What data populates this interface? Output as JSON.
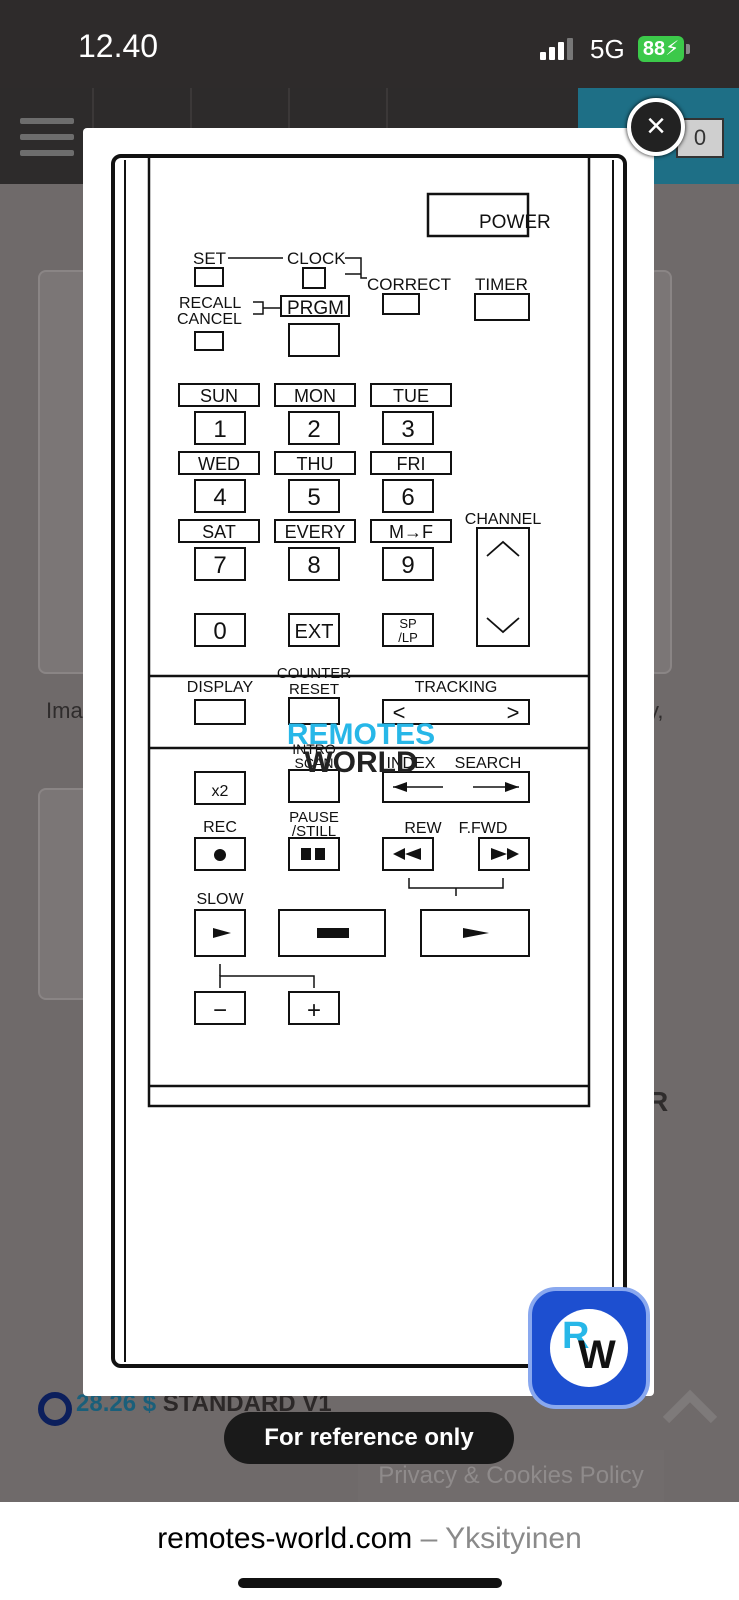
{
  "status_bar": {
    "time": "12.40",
    "network": "5G",
    "battery": "88"
  },
  "header": {
    "cart_count": "0"
  },
  "background": {
    "caption_left": "Ima",
    "caption_right": "y,",
    "r_letter": "R",
    "price": "28.26 $",
    "product_label": "STANDARD V1"
  },
  "modal": {
    "close_icon": "close-icon",
    "remote": {
      "power": "POWER",
      "set": "SET",
      "clock": "CLOCK",
      "correct": "CORRECT",
      "timer": "TIMER",
      "recall": "RECALL",
      "cancel": "CANCEL",
      "prgm": "PRGM",
      "days": [
        "SUN",
        "MON",
        "TUE",
        "WED",
        "THU",
        "FRI",
        "SAT",
        "EVERY",
        "M→F"
      ],
      "digits": [
        "1",
        "2",
        "3",
        "4",
        "5",
        "6",
        "7",
        "8",
        "9"
      ],
      "zero": "0",
      "ext": "EXT",
      "sp": "SP",
      "lp": "/LP",
      "channel": "CHANNEL",
      "display": "DISPLAY",
      "counter": "COUNTER",
      "reset": "RESET",
      "tracking": "TRACKING",
      "tracking_left": "<",
      "tracking_right": ">",
      "intro": "INTRO",
      "scan": "SCAN",
      "index": "INDEX",
      "search": "SEARCH",
      "x2": "x2",
      "rec": "REC",
      "pause": "PAUSE",
      "still": "/STILL",
      "rew": "REW",
      "ffwd": "F.FWD",
      "slow": "SLOW",
      "minus": "−",
      "plus": "+"
    },
    "watermark": {
      "line1": "REMOTES",
      "line2": "WORLD"
    }
  },
  "badge": {
    "r": "R",
    "w": "W"
  },
  "toast": "For reference only",
  "privacy": "Privacy & Cookies Policy",
  "url_bar": {
    "domain": "remotes-world.com",
    "separator": " – ",
    "mode": "Yksityinen"
  }
}
